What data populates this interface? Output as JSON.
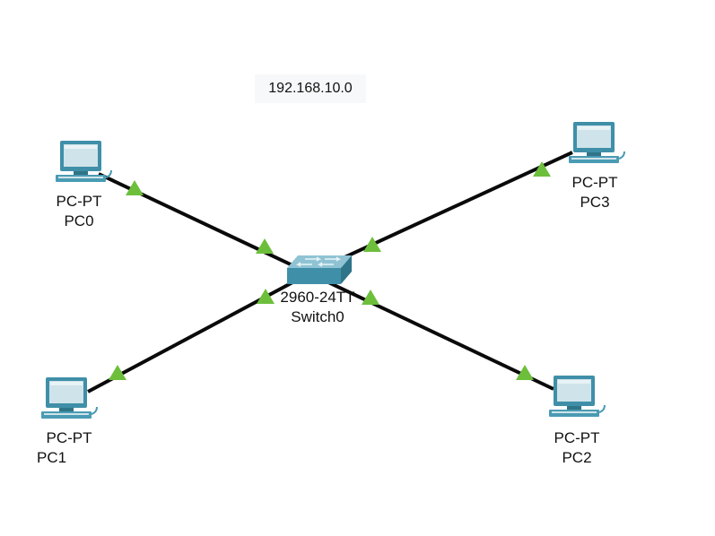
{
  "network_label": "192.168.10.0",
  "colors": {
    "link": "#0a0a0a",
    "port_up": "#6dbf3b",
    "pc_body": "#3f8fa8",
    "pc_screen": "#cfe3ea",
    "switch_body": "#4f9ab2"
  },
  "devices": {
    "pc0": {
      "model": "PC-PT",
      "name": "PC0",
      "icon": "pc-icon"
    },
    "pc1": {
      "model": "PC-PT",
      "name": "PC1",
      "icon": "pc-icon"
    },
    "pc2": {
      "model": "PC-PT",
      "name": "PC2",
      "icon": "pc-icon"
    },
    "pc3": {
      "model": "PC-PT",
      "name": "PC3",
      "icon": "pc-icon"
    },
    "switch0": {
      "model": "2960-24TT",
      "name": "Switch0",
      "icon": "switch-icon"
    }
  },
  "links": [
    {
      "from": "PC0",
      "to": "Switch0",
      "status": "up"
    },
    {
      "from": "PC1",
      "to": "Switch0",
      "status": "up"
    },
    {
      "from": "PC2",
      "to": "Switch0",
      "status": "up"
    },
    {
      "from": "PC3",
      "to": "Switch0",
      "status": "up"
    }
  ]
}
